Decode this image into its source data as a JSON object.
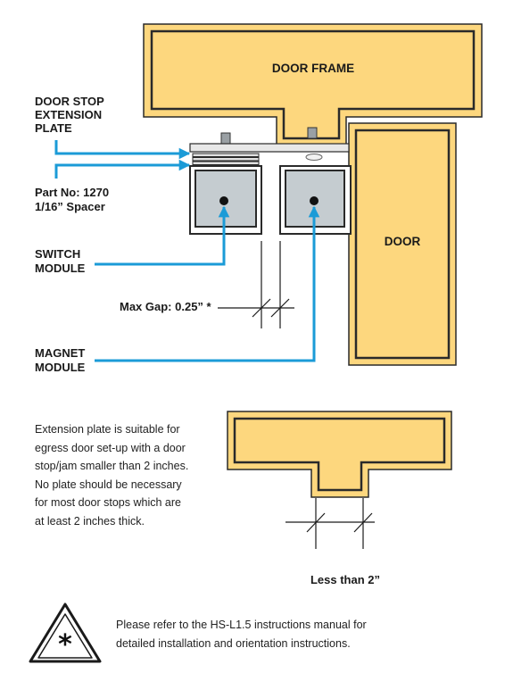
{
  "labels": {
    "door_frame": "DOOR FRAME",
    "door": "DOOR",
    "stop_plate": [
      "DOOR STOP",
      "EXTENSION",
      "PLATE"
    ],
    "spacer": [
      "Part No: 1270",
      "1/16” Spacer"
    ],
    "switch_module": [
      "SWITCH",
      "MODULE"
    ],
    "magnet_module": [
      "MAGNET",
      "MODULE"
    ],
    "max_gap": "Max Gap: 0.25” *",
    "less_than": "Less than 2”"
  },
  "description": [
    "Extension plate is suitable for",
    "egress door set-up with a door",
    "stop/jam smaller than 2 inches.",
    "No plate should be necessary",
    "for most door stops which are",
    "at least 2 inches thick."
  ],
  "note": [
    "Please refer to the HS-L1.5 instructions manual for",
    "detailed installation and orientation instructions."
  ],
  "colors": {
    "wood_fill": "#fdd77e",
    "wood_stroke": "#2a2a2a",
    "module_face": "#c5ccd0",
    "arrow": "#1b9bd7"
  },
  "icons": {
    "warning": "asterisk-warning-icon"
  }
}
